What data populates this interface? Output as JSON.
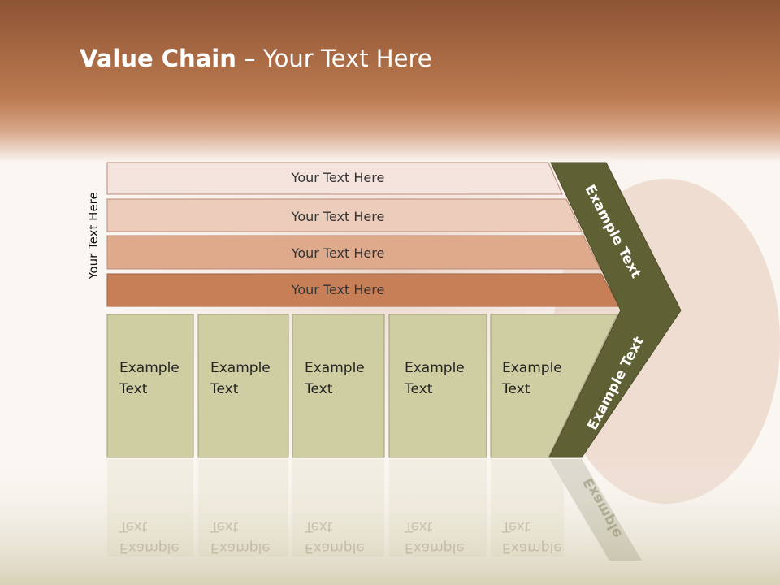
{
  "slide": {
    "title_bold": "Value Chain",
    "title_rest": " – Your Text Here",
    "side_label": "Your Text Here",
    "bars": [
      "Your Text Here",
      "Your Text Here",
      "Your Text Here",
      "Your Text Here"
    ],
    "boxes": [
      {
        "line1": "Example",
        "line2": "Text"
      },
      {
        "line1": "Example",
        "line2": "Text"
      },
      {
        "line1": "Example",
        "line2": "Text"
      },
      {
        "line1": "Example",
        "line2": "Text"
      },
      {
        "line1": "Example",
        "line2": "Text"
      }
    ],
    "chevron_top_label": "Example Text",
    "chevron_bottom_label": "Example Text",
    "reflection_label": "Example"
  },
  "colors": {
    "header": "#b8764c",
    "bar1": "#f5e4de",
    "bar2": "#ecccba",
    "bar3": "#dfaa8c",
    "bar4": "#c77f58",
    "box": "#cfcea2",
    "chevron": "#5f6033"
  }
}
